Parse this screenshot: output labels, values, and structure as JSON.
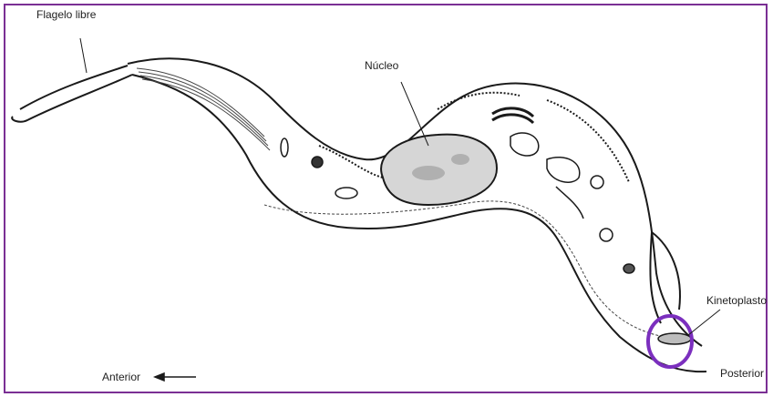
{
  "diagram": {
    "labels": {
      "flagelo": "Flagelo libre",
      "nucleo": "Núcleo",
      "kinetoplasto": "Kinetoplasto",
      "anterior": "Anterior",
      "posterior": "Posterior"
    },
    "colors": {
      "frame": "#7a2f94",
      "highlight_circle": "#7b2fbe",
      "outline": "#1a1a1a",
      "nucleus_fill": "#cfcfcf"
    }
  }
}
